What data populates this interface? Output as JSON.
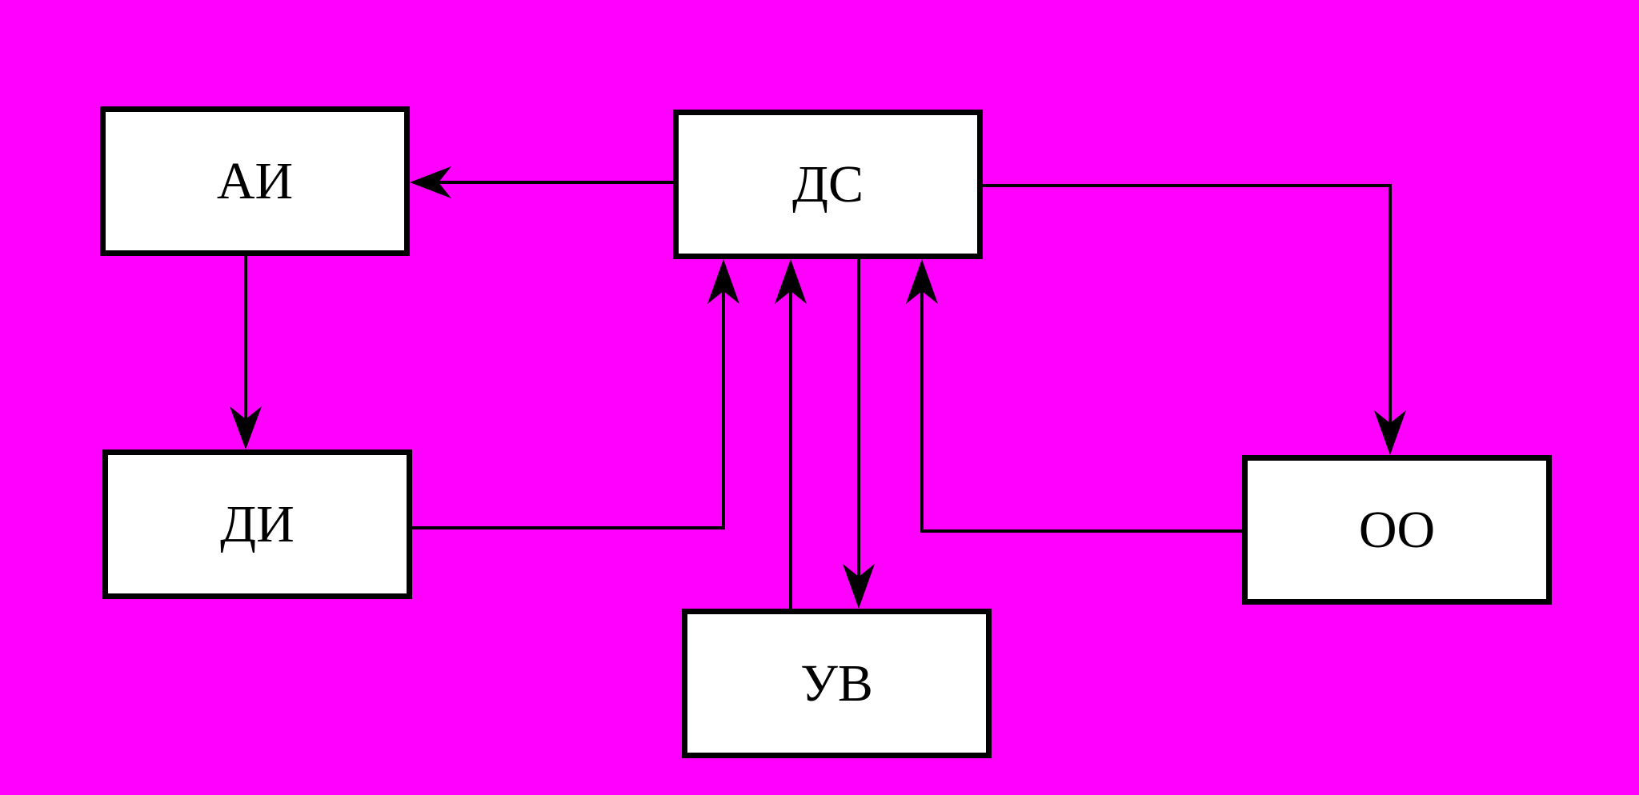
{
  "colors": {
    "background": "#FF00FF",
    "box_fill": "#FFFFFF",
    "stroke": "#000000"
  },
  "nodes": {
    "ai": {
      "label": "АИ"
    },
    "ds": {
      "label": "ДС"
    },
    "di": {
      "label": "ДИ"
    },
    "oo": {
      "label": "ОО"
    },
    "uv": {
      "label": "УВ"
    }
  },
  "edges": [
    {
      "from": "ДС",
      "to": "АИ"
    },
    {
      "from": "АИ",
      "to": "ДИ"
    },
    {
      "from": "ДИ",
      "to": "ДС"
    },
    {
      "from": "УВ",
      "to": "ДС"
    },
    {
      "from": "ДС",
      "to": "УВ"
    },
    {
      "from": "ОО",
      "to": "ДС"
    },
    {
      "from": "ДС",
      "to": "ОО"
    }
  ]
}
